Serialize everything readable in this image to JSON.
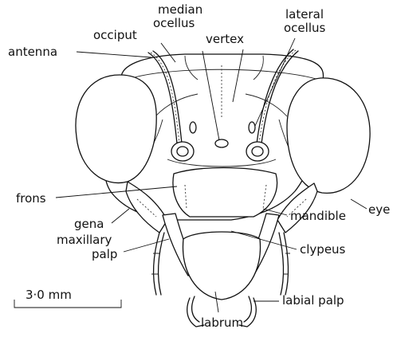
{
  "labels": {
    "median_ocellus": [
      "median",
      "ocellus"
    ],
    "lateral_ocellus": [
      "lateral",
      "ocellus"
    ],
    "occiput": "occiput",
    "vertex": "vertex",
    "antenna": "antenna",
    "frons": "frons",
    "eye": "eye",
    "gena": "gena",
    "mandible": "mandible",
    "maxillary_palp": [
      "maxillary",
      "palp"
    ],
    "clypeus": "clypeus",
    "labial_palp": "labial palp",
    "labrum": "labrum"
  },
  "scale_bar": {
    "label": "3·0 mm"
  }
}
